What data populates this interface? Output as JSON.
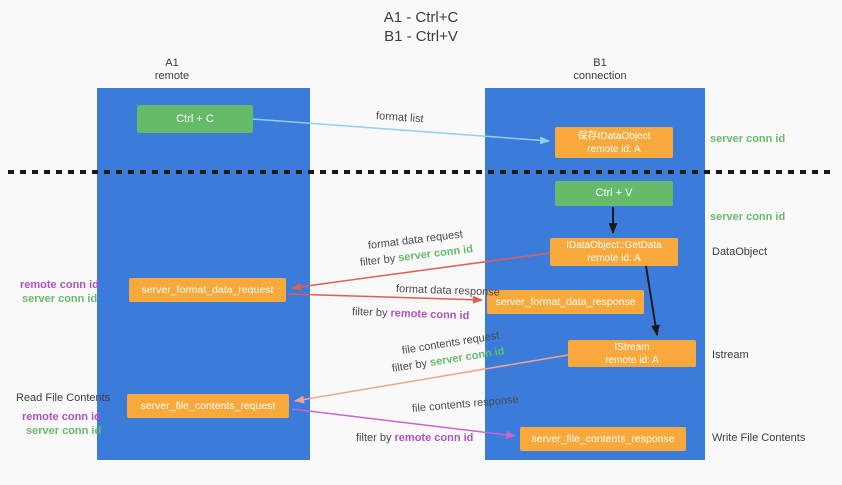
{
  "title": {
    "line1": "A1 - Ctrl+C",
    "line2": "B1 - Ctrl+V"
  },
  "lanes": {
    "a1": {
      "name": "A1",
      "subtitle": "remote"
    },
    "b1": {
      "name": "B1",
      "subtitle": "connection"
    }
  },
  "nodes": {
    "ctrl_c": {
      "label": "Ctrl + C"
    },
    "ctrl_v": {
      "label": "Ctrl + V"
    },
    "save_dataobject": {
      "line1": "保存IDataObject",
      "line2": "remote id: A"
    },
    "getdata": {
      "line1": "IDataObject::GetData",
      "line2": "remote id: A"
    },
    "istream": {
      "line1": "IStream",
      "line2": "remote id: A"
    },
    "format_request": {
      "label": "server_format_data_request"
    },
    "format_response": {
      "label": "server_format_data_response"
    },
    "file_request": {
      "label": "server_file_contents_request"
    },
    "file_response": {
      "label": "server_file_contents_response"
    }
  },
  "arrow_labels": {
    "format_list": "format list",
    "format_data_request": "format data request",
    "format_data_response": "format data response",
    "file_contents_request": "file contents request",
    "file_contents_response": "file contents response",
    "filter_by": "filter by",
    "server_conn_id": "server conn id",
    "remote_conn_id": "remote conn id"
  },
  "side_labels": {
    "server_conn_id_top": "server conn id",
    "server_conn_id_mid": "server conn id",
    "dataobject": "DataObject",
    "istream": "Istream",
    "write_file_contents": "Write File Contents",
    "read_file_contents": "Read File Contents",
    "remote_conn_id_1": "remote conn id",
    "server_conn_id_1": "server conn id",
    "remote_conn_id_2": "remote conn id",
    "server_conn_id_2": "server conn id"
  },
  "colors": {
    "lane_blue": "#3b7cdb",
    "node_green": "#66bb6a",
    "node_orange": "#f9a93c",
    "arrow_blue": "#8fd0ec",
    "arrow_red": "#e25e50",
    "arrow_salmon": "#f0a492",
    "arrow_magenta": "#cf62cf",
    "arrow_black": "#1a1a1a",
    "text_green": "#66bb6a",
    "text_purple": "#b052c0"
  }
}
